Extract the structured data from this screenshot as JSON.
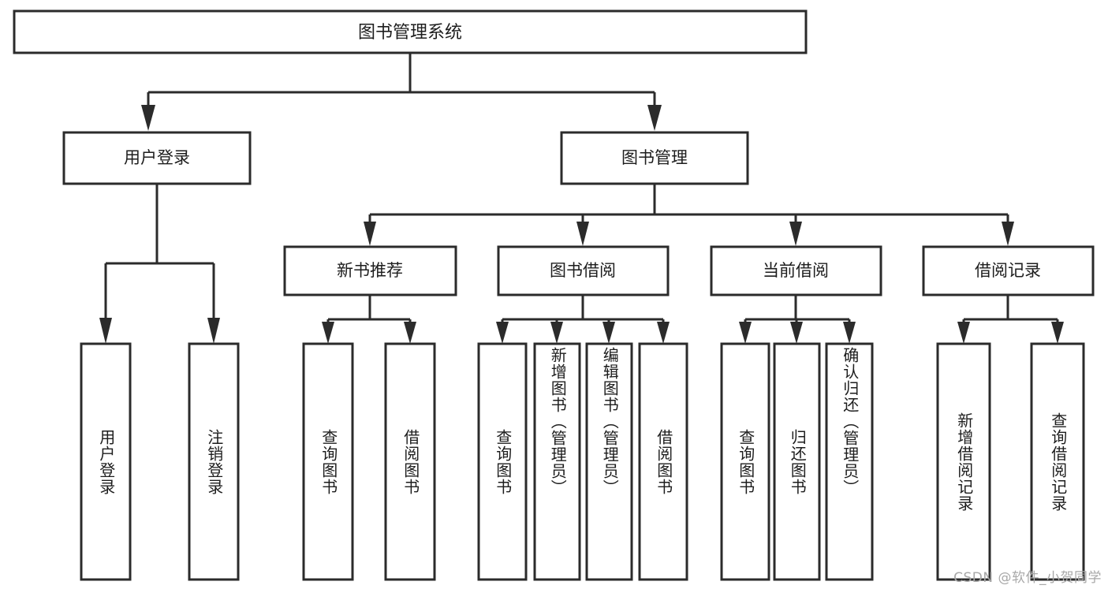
{
  "diagram": {
    "type": "tree",
    "title": "图书管理系统",
    "orientation": "top-down",
    "colors": {
      "box_stroke": "#2b2b2b",
      "box_fill": "#ffffff",
      "text": "#1d1d1d",
      "background": "#ffffff",
      "watermark": "#a8a8a8"
    },
    "root": {
      "label": "图书管理系统"
    },
    "level2": [
      {
        "label": "用户登录"
      },
      {
        "label": "图书管理"
      }
    ],
    "level3": [
      {
        "label": "新书推荐"
      },
      {
        "label": "图书借阅"
      },
      {
        "label": "当前借阅"
      },
      {
        "label": "借阅记录"
      }
    ],
    "leaves": {
      "user_login": [
        {
          "label": "用户登录"
        },
        {
          "label": "注销登录"
        }
      ],
      "new_book_recommend": [
        {
          "label": "查询图书"
        },
        {
          "label": "借阅图书"
        }
      ],
      "book_borrow": [
        {
          "label": "查询图书"
        },
        {
          "label": "新增图书（管理员）"
        },
        {
          "label": "编辑图书（管理员）"
        },
        {
          "label": "借阅图书"
        }
      ],
      "current_borrow": [
        {
          "label": "查询图书"
        },
        {
          "label": "归还图书"
        },
        {
          "label": "确认归还（管理员）"
        }
      ],
      "borrow_record": [
        {
          "label": "新增借阅记录"
        },
        {
          "label": "查询借阅记录"
        }
      ]
    }
  },
  "watermark": {
    "text": "CSDN @软件_小贺同学"
  }
}
